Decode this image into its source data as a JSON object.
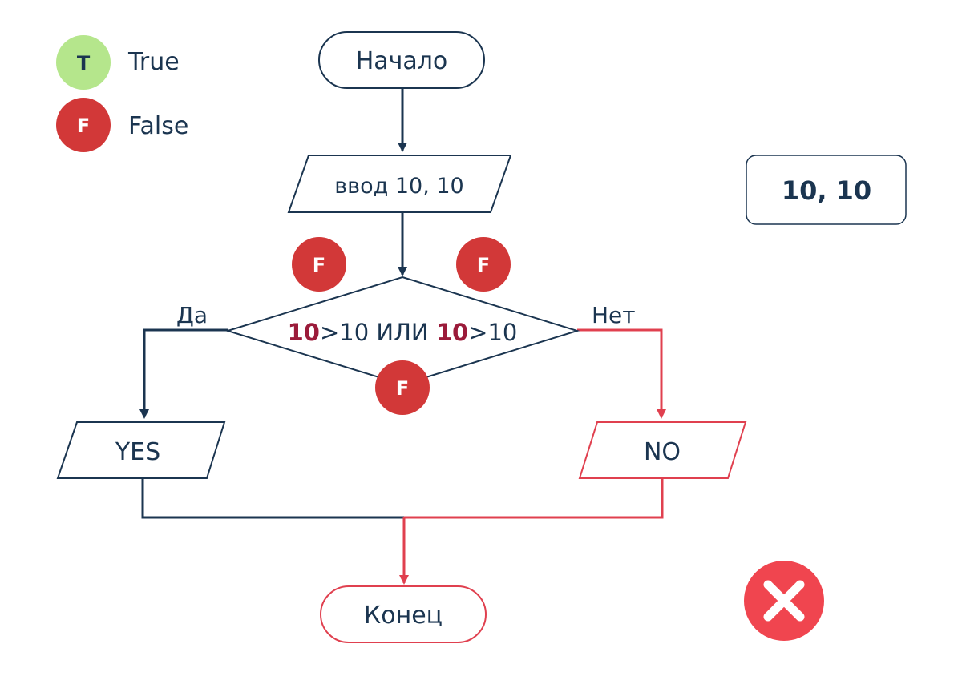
{
  "colors": {
    "navy": "#1b3550",
    "red_line": "#e0404f",
    "red_badge": "#d23838",
    "green_badge": "#b5e68c",
    "bold_number": "#9b1b3a",
    "x_circle": "#f0454f"
  },
  "legend": {
    "true_letter": "T",
    "true_label": "True",
    "false_letter": "F",
    "false_label": "False"
  },
  "flowchart": {
    "start": "Начало",
    "input": "ввод 10, 10",
    "condition": {
      "operand_a": "10",
      "comparison_a": ">10 ИЛИ ",
      "operand_b": "10",
      "comparison_b": ">10"
    },
    "branch_yes_label": "Да",
    "branch_no_label": "Нет",
    "output_yes": "YES",
    "output_no": "NO",
    "end": "Конец"
  },
  "evaluation": {
    "left_part": "F",
    "right_part": "F",
    "whole": "F"
  },
  "result_box": "10, 10",
  "result_icon": "x-circle-icon"
}
